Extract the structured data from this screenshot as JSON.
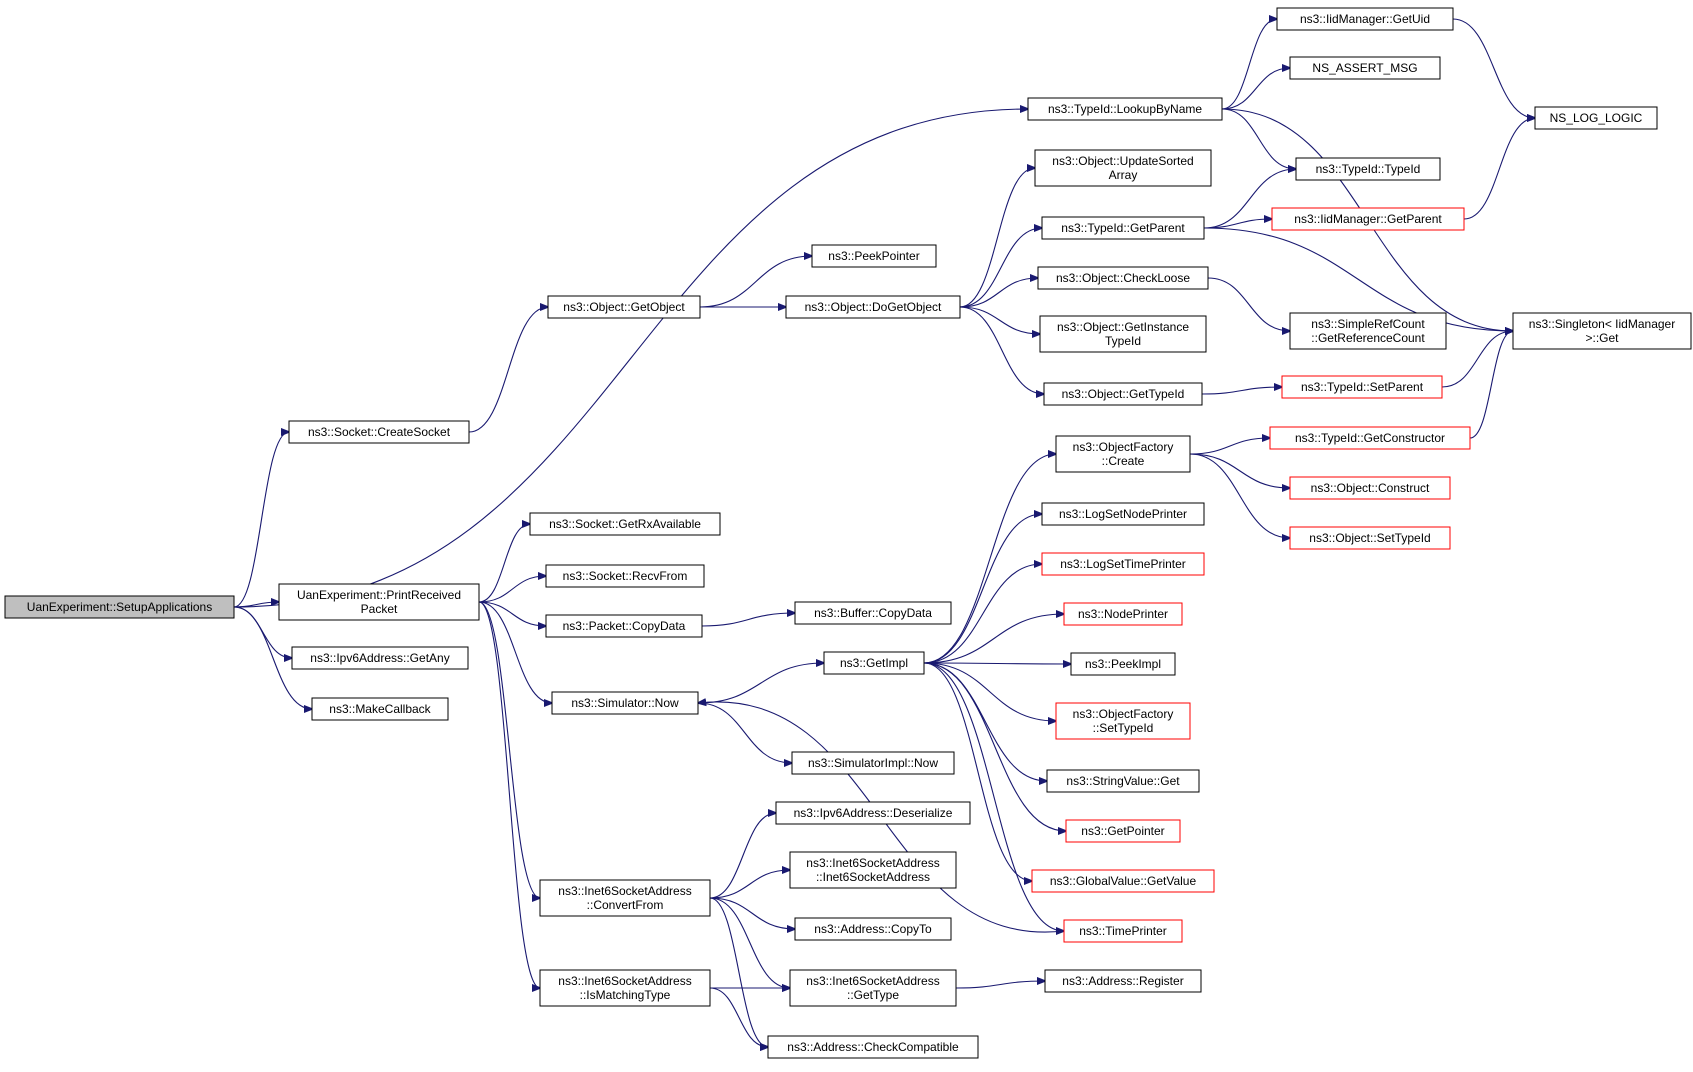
{
  "colors": {
    "edge": "#191970",
    "root_fill": "#bfbfbf",
    "truncated_border": "#ff0000",
    "node_border": "#000000"
  },
  "nodes": [
    {
      "id": "setup",
      "lines": [
        "UanExperiment::SetupApplications"
      ],
      "root": true
    },
    {
      "id": "createsocket",
      "lines": [
        "ns3::Socket::CreateSocket"
      ]
    },
    {
      "id": "printrecv",
      "lines": [
        "UanExperiment::PrintReceived",
        "Packet"
      ]
    },
    {
      "id": "ipv6any",
      "lines": [
        "ns3::Ipv6Address::GetAny"
      ]
    },
    {
      "id": "makecallback",
      "lines": [
        "ns3::MakeCallback"
      ]
    },
    {
      "id": "lookupbyname",
      "lines": [
        "ns3::TypeId::LookupByName"
      ]
    },
    {
      "id": "getobject",
      "lines": [
        "ns3::Object::GetObject"
      ]
    },
    {
      "id": "getrxavail",
      "lines": [
        "ns3::Socket::GetRxAvailable"
      ]
    },
    {
      "id": "recvfrom",
      "lines": [
        "ns3::Socket::RecvFrom"
      ]
    },
    {
      "id": "pktcopydata",
      "lines": [
        "ns3::Packet::CopyData"
      ]
    },
    {
      "id": "simnow",
      "lines": [
        "ns3::Simulator::Now"
      ]
    },
    {
      "id": "convertfrom",
      "lines": [
        "ns3::Inet6SocketAddress",
        "::ConvertFrom"
      ]
    },
    {
      "id": "ismatching",
      "lines": [
        "ns3::Inet6SocketAddress",
        "::IsMatchingType"
      ]
    },
    {
      "id": "peekpointer",
      "lines": [
        "ns3::PeekPointer"
      ]
    },
    {
      "id": "dogetobject",
      "lines": [
        "ns3::Object::DoGetObject"
      ]
    },
    {
      "id": "bufcopydata",
      "lines": [
        "ns3::Buffer::CopyData"
      ]
    },
    {
      "id": "getimpl",
      "lines": [
        "ns3::GetImpl"
      ]
    },
    {
      "id": "simimplnow",
      "lines": [
        "ns3::SimulatorImpl::Now"
      ]
    },
    {
      "id": "ipv6deser",
      "lines": [
        "ns3::Ipv6Address::Deserialize"
      ]
    },
    {
      "id": "inet6ctor",
      "lines": [
        "ns3::Inet6SocketAddress",
        "::Inet6SocketAddress"
      ]
    },
    {
      "id": "addrcopyto",
      "lines": [
        "ns3::Address::CopyTo"
      ]
    },
    {
      "id": "inet6gettype",
      "lines": [
        "ns3::Inet6SocketAddress",
        "::GetType"
      ]
    },
    {
      "id": "checkcompat",
      "lines": [
        "ns3::Address::CheckCompatible"
      ]
    },
    {
      "id": "iidgetuid",
      "lines": [
        "ns3::IidManager::GetUid"
      ]
    },
    {
      "id": "nsassert",
      "lines": [
        "NS_ASSERT_MSG"
      ]
    },
    {
      "id": "updatesorted",
      "lines": [
        "ns3::Object::UpdateSorted",
        "Array"
      ]
    },
    {
      "id": "typeidgetparent",
      "lines": [
        "ns3::TypeId::GetParent"
      ]
    },
    {
      "id": "checkloose",
      "lines": [
        "ns3::Object::CheckLoose"
      ]
    },
    {
      "id": "getinsttypeid",
      "lines": [
        "ns3::Object::GetInstance",
        "TypeId"
      ]
    },
    {
      "id": "objgettypeid",
      "lines": [
        "ns3::Object::GetTypeId"
      ]
    },
    {
      "id": "ofcreate",
      "lines": [
        "ns3::ObjectFactory",
        "::Create"
      ]
    },
    {
      "id": "lognodeprinter",
      "lines": [
        "ns3::LogSetNodePrinter"
      ]
    },
    {
      "id": "logtimeprinter",
      "lines": [
        "ns3::LogSetTimePrinter"
      ],
      "truncated": true
    },
    {
      "id": "nodeprinter",
      "lines": [
        "ns3::NodePrinter"
      ],
      "truncated": true
    },
    {
      "id": "peekimpl",
      "lines": [
        "ns3::PeekImpl"
      ]
    },
    {
      "id": "ofsettypeid",
      "lines": [
        "ns3::ObjectFactory",
        "::SetTypeId"
      ],
      "truncated": true
    },
    {
      "id": "stringvalget",
      "lines": [
        "ns3::StringValue::Get"
      ]
    },
    {
      "id": "getpointer",
      "lines": [
        "ns3::GetPointer"
      ],
      "truncated": true
    },
    {
      "id": "globalgetvalue",
      "lines": [
        "ns3::GlobalValue::GetValue"
      ],
      "truncated": true
    },
    {
      "id": "timeprinter",
      "lines": [
        "ns3::TimePrinter"
      ],
      "truncated": true
    },
    {
      "id": "addrregister",
      "lines": [
        "ns3::Address::Register"
      ]
    },
    {
      "id": "nsloglogic",
      "lines": [
        "NS_LOG_LOGIC"
      ]
    },
    {
      "id": "typeidctor",
      "lines": [
        "ns3::TypeId::TypeId"
      ]
    },
    {
      "id": "iidgetparent",
      "lines": [
        "ns3::IidManager::GetParent"
      ],
      "truncated": true
    },
    {
      "id": "simplerefcount",
      "lines": [
        "ns3::SimpleRefCount",
        "::GetReferenceCount"
      ]
    },
    {
      "id": "typeidsetparent",
      "lines": [
        "ns3::TypeId::SetParent"
      ],
      "truncated": true
    },
    {
      "id": "getconstructor",
      "lines": [
        "ns3::TypeId::GetConstructor"
      ],
      "truncated": true
    },
    {
      "id": "objconstruct",
      "lines": [
        "ns3::Object::Construct"
      ],
      "truncated": true
    },
    {
      "id": "objsettypeid",
      "lines": [
        "ns3::Object::SetTypeId"
      ],
      "truncated": true
    },
    {
      "id": "singletonget",
      "lines": [
        "ns3::Singleton< IidManager",
        ">::Get"
      ]
    }
  ],
  "edges": [
    [
      "setup",
      "createsocket"
    ],
    [
      "setup",
      "printrecv"
    ],
    [
      "setup",
      "ipv6any"
    ],
    [
      "setup",
      "makecallback"
    ],
    [
      "setup",
      "lookupbyname"
    ],
    [
      "createsocket",
      "getobject"
    ],
    [
      "getobject",
      "peekpointer"
    ],
    [
      "getobject",
      "dogetobject"
    ],
    [
      "dogetobject",
      "updatesorted"
    ],
    [
      "dogetobject",
      "typeidgetparent"
    ],
    [
      "dogetobject",
      "checkloose"
    ],
    [
      "dogetobject",
      "getinsttypeid"
    ],
    [
      "dogetobject",
      "objgettypeid"
    ],
    [
      "lookupbyname",
      "iidgetuid"
    ],
    [
      "lookupbyname",
      "nsassert"
    ],
    [
      "lookupbyname",
      "typeidctor"
    ],
    [
      "lookupbyname",
      "singletonget"
    ],
    [
      "iidgetuid",
      "nsloglogic"
    ],
    [
      "typeidgetparent",
      "typeidctor"
    ],
    [
      "typeidgetparent",
      "iidgetparent"
    ],
    [
      "typeidgetparent",
      "singletonget"
    ],
    [
      "iidgetparent",
      "nsloglogic"
    ],
    [
      "checkloose",
      "simplerefcount"
    ],
    [
      "objgettypeid",
      "typeidsetparent"
    ],
    [
      "typeidsetparent",
      "singletonget"
    ],
    [
      "ofcreate",
      "getconstructor"
    ],
    [
      "ofcreate",
      "objconstruct"
    ],
    [
      "ofcreate",
      "objsettypeid"
    ],
    [
      "getconstructor",
      "singletonget"
    ],
    [
      "printrecv",
      "getrxavail"
    ],
    [
      "printrecv",
      "recvfrom"
    ],
    [
      "printrecv",
      "pktcopydata"
    ],
    [
      "printrecv",
      "simnow"
    ],
    [
      "printrecv",
      "convertfrom"
    ],
    [
      "printrecv",
      "ismatching"
    ],
    [
      "pktcopydata",
      "bufcopydata"
    ],
    [
      "simnow",
      "getimpl"
    ],
    [
      "simnow",
      "simimplnow"
    ],
    [
      "getimpl",
      "ofcreate"
    ],
    [
      "getimpl",
      "lognodeprinter"
    ],
    [
      "getimpl",
      "logtimeprinter"
    ],
    [
      "getimpl",
      "nodeprinter"
    ],
    [
      "getimpl",
      "peekimpl"
    ],
    [
      "getimpl",
      "ofsettypeid"
    ],
    [
      "getimpl",
      "stringvalget"
    ],
    [
      "getimpl",
      "getpointer"
    ],
    [
      "getimpl",
      "globalgetvalue"
    ],
    [
      "getimpl",
      "timeprinter"
    ],
    [
      "timeprinter",
      "simnow"
    ],
    [
      "convertfrom",
      "ipv6deser"
    ],
    [
      "convertfrom",
      "inet6ctor"
    ],
    [
      "convertfrom",
      "addrcopyto"
    ],
    [
      "convertfrom",
      "inet6gettype"
    ],
    [
      "convertfrom",
      "checkcompat"
    ],
    [
      "ismatching",
      "inet6gettype"
    ],
    [
      "ismatching",
      "checkcompat"
    ],
    [
      "inet6gettype",
      "addrregister"
    ]
  ]
}
